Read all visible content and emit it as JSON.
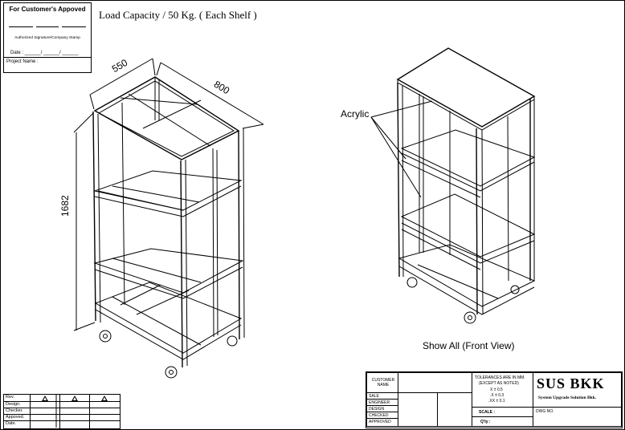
{
  "approval": {
    "title": "For Customer's  Appoved",
    "auth": "Authorized Signature/Company Stamp",
    "date": "Date : ______/ ______/ ______",
    "project": "Project Name :"
  },
  "drawing": {
    "load_capacity": "Load Capacity / 50 Kg. ( Each Shelf )",
    "dim_depth": "550",
    "dim_width": "800",
    "dim_height": "1682",
    "callout": "Acrylic",
    "view_label": "Show All (Front View)"
  },
  "revision": {
    "rows": [
      "Rev.",
      "Design.",
      "Checker.",
      "Appoved.",
      "Date."
    ]
  },
  "title_block": {
    "customer": "CUSTOMER NAME",
    "sale": "SALE",
    "engineer": "ENGINEER",
    "design": "DESIGN",
    "checked": "CHECKED",
    "approved": "APPROVED",
    "tol_title": "TOLERANCES ARE IN MM.",
    "tol_sub": "(EXCEPT AS NOTED)",
    "tol_x": "X   ±  0.5",
    "tol_xx": ".X   ±  0.3",
    "tol_xxx": ".XX  ±  0.1",
    "scale": "SCALE :",
    "qty": "Q'ty :",
    "company": "SUS BKK",
    "tagline": "System Upgrade Solution Bkk.",
    "dwg": "DWG NO."
  }
}
